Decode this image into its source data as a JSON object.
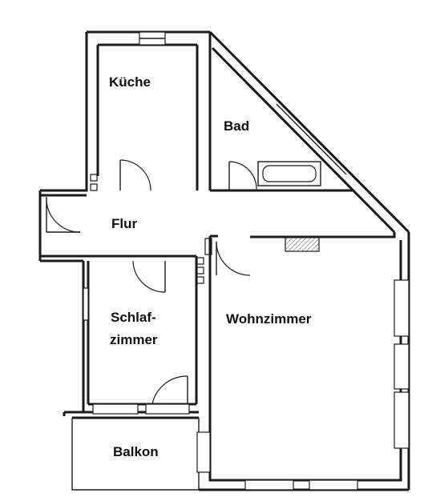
{
  "rooms": {
    "kitchen": "Küche",
    "bath": "Bad",
    "hallway": "Flur",
    "bedroom_line1": "Schlaf-",
    "bedroom_line2": "zimmer",
    "living": "Wohnzimmer",
    "balcony": "Balkon"
  },
  "colors": {
    "wall": "#1a1a1a",
    "background": "#ffffff",
    "label": "#111111"
  }
}
